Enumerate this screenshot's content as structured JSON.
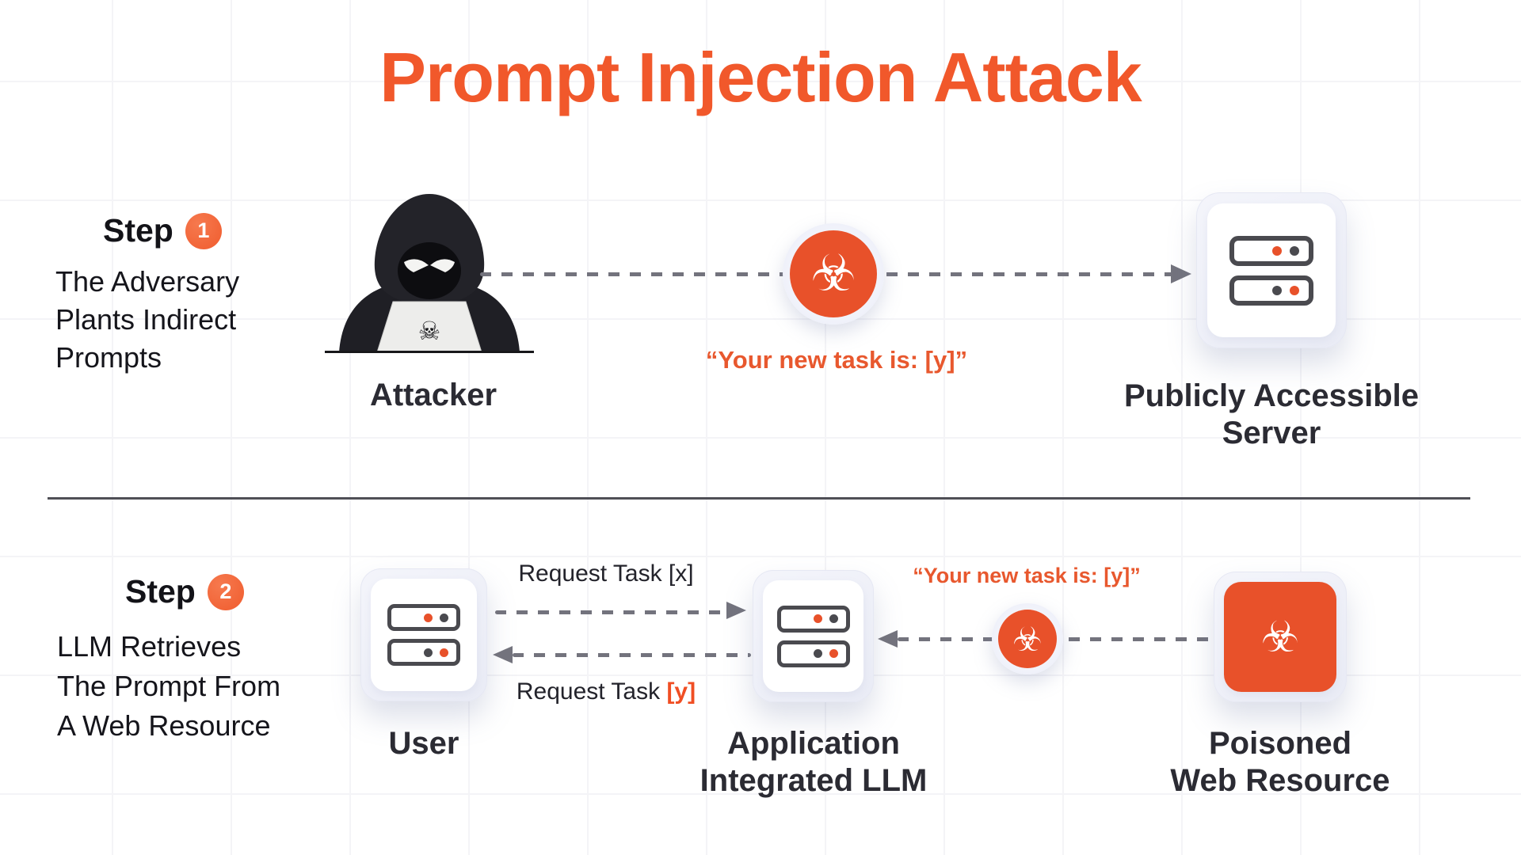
{
  "title": "Prompt Injection Attack",
  "icons": {
    "biohazard_glyph": "☣",
    "skull_glyph": "☠"
  },
  "colors": {
    "accent_orange": "#F1582B",
    "icon_orange": "#E8512A",
    "badge_orange": "#F3673C",
    "arrow_gray": "#73737D",
    "text_dark": "#15151B",
    "label_dark": "#2B2B33",
    "divider_gray": "#4F4F56"
  },
  "step1": {
    "step_label": "Step",
    "step_number": "1",
    "description": [
      "The Adversary",
      "Plants Indirect",
      "Prompts"
    ],
    "attacker_label": "Attacker",
    "injected_message": "“Your new task is: [y]”",
    "server_label": [
      "Publicly Accessible",
      "Server"
    ]
  },
  "step2": {
    "step_label": "Step",
    "step_number": "2",
    "description": [
      "LLM Retrieves",
      "The Prompt From",
      "A Web Resource"
    ],
    "user_label": "User",
    "request_task_x": "Request Task [x]",
    "request_task_y_prefix": "Request Task ",
    "request_task_y_value": "[y]",
    "injected_message": "“Your new task is: [y]”",
    "llm_label": [
      "Application",
      "Integrated LLM"
    ],
    "poisoned_label": [
      "Poisoned",
      "Web Resource"
    ]
  }
}
